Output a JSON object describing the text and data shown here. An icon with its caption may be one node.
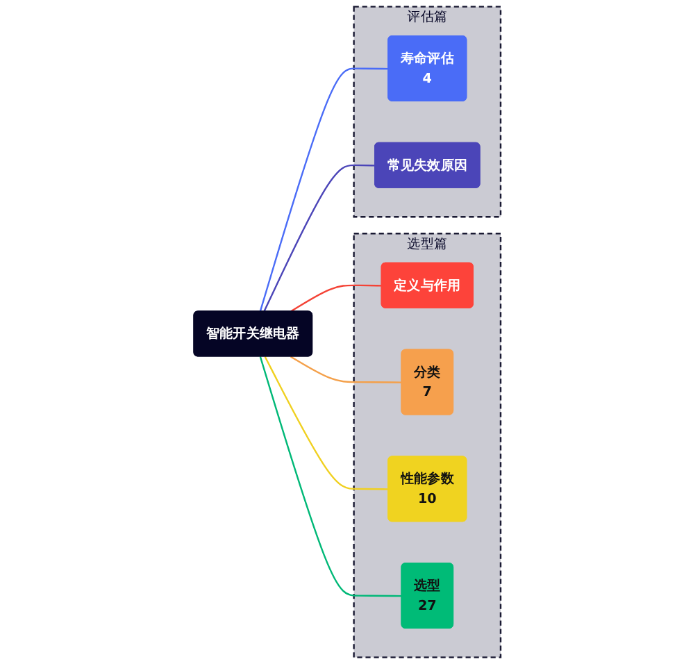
{
  "diagram": {
    "nodes": [
      {
        "text": [
          "智能开关继电器"
        ]
      },
      {
        "text": [
          "选型篇"
        ]
      },
      {
        "text": [
          "定义与作用"
        ],
        "in": 1
      },
      {
        "text": [
          "分类",
          "7"
        ],
        "in": 1
      },
      {
        "text": [
          "性能参数",
          "10"
        ],
        "in": 1
      },
      {
        "text": [
          "选型",
          "27"
        ],
        "in": 1
      },
      {
        "text": [
          "评估篇"
        ]
      },
      {
        "text": [
          "寿命评估",
          "4"
        ],
        "in": 6
      },
      {
        "text": [
          "常见失效原因"
        ],
        "in": 6
      }
    ],
    "edges": [
      {
        "from": 0,
        "to": 2,
        "arrow": "none",
        "color": "#f44336"
      },
      {
        "from": 0,
        "to": 3,
        "arrow": "none",
        "color": "#f4a04a"
      },
      {
        "from": 0,
        "to": 4,
        "arrow": "none",
        "color": "#f0d020"
      },
      {
        "from": 0,
        "to": 5,
        "arrow": "none",
        "color": "#00b877"
      },
      {
        "from": 0,
        "to": 7,
        "arrow": "none",
        "color": "#4a6cf7"
      },
      {
        "from": 0,
        "to": 8,
        "arrow": "none",
        "color": "#4b45b8"
      }
    ]
  }
}
